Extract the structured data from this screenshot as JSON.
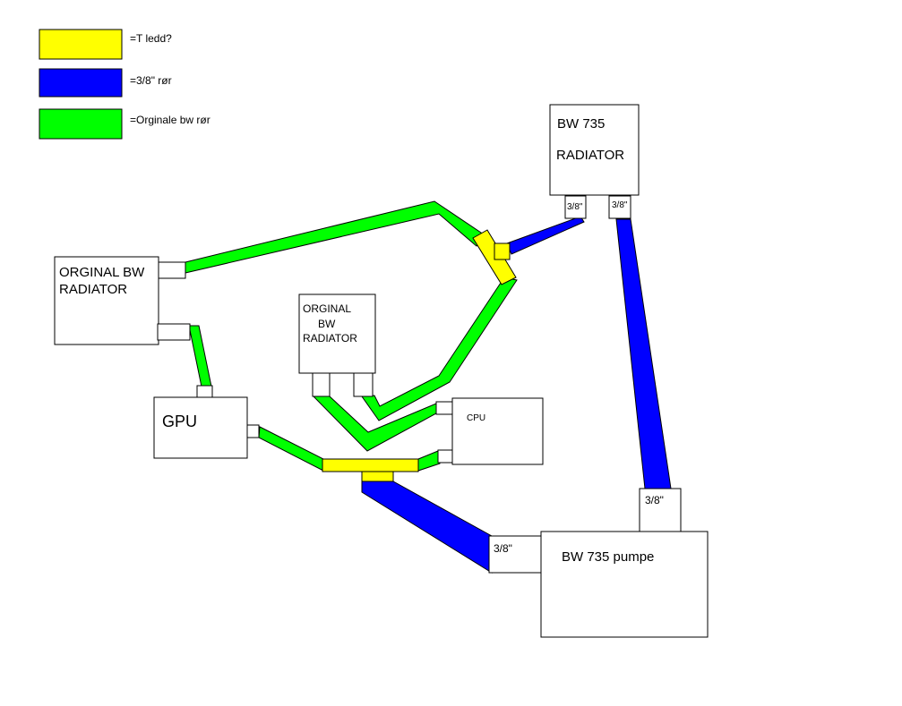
{
  "legend": {
    "items": [
      {
        "label": "=T ledd?",
        "color": "#FFFF00"
      },
      {
        "label": "=3/8\" rør",
        "color": "#0000FF"
      },
      {
        "label": "=Orginale bw rør",
        "color": "#00FF00"
      }
    ]
  },
  "boxes": {
    "bw735_radiator": {
      "line1": "BW 735",
      "line2": "RADIATOR"
    },
    "orig_radiator_left": {
      "line1": "ORGINAL BW",
      "line2": "RADIATOR"
    },
    "orig_radiator_mid": {
      "line1": "ORGINAL",
      "line2": "BW",
      "line3": "RADIATOR"
    },
    "gpu": {
      "label": "GPU"
    },
    "cpu": {
      "label": "CPU"
    },
    "pump": {
      "label": "BW 735 pumpe"
    }
  },
  "fittings": {
    "rad_port_left": "3/8\"",
    "rad_port_right": "3/8\"",
    "pump_port_top": "3/8\"",
    "pump_port_left": "3/8\""
  },
  "colors": {
    "t_piece": "#FFFF00",
    "pipe_38": "#0000FF",
    "pipe_original": "#00FF00",
    "outline": "#000000",
    "background": "#FFFFFF"
  }
}
